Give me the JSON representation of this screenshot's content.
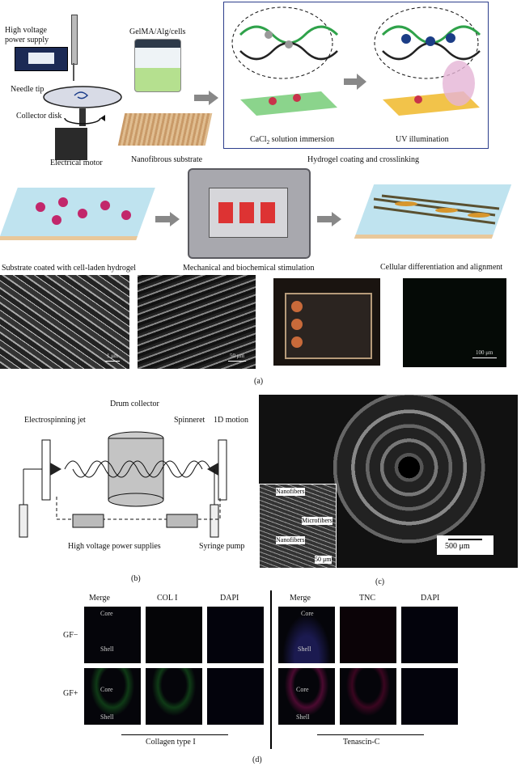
{
  "panel_a": {
    "labels": {
      "hv_supply": "High voltage power supply",
      "needle_tip": "Needle tip",
      "collector_disk": "Collector disk",
      "motor": "Electrical motor",
      "gelma": "GelMA/Alg/cells",
      "nanofibrous": "Nanofibrous substrate",
      "cacl2": "CaCl",
      "cacl2_sub": "2",
      "cacl2_rest": " solution immersion",
      "uv": "UV illumination",
      "coating": "Hydrogel coating and crosslinking",
      "substrate_coated": "Substrate coated with cell-laden hydrogel",
      "stimulation": "Mechanical and biochemical stimulation",
      "differentiation": "Cellular differentiation and alignment"
    },
    "scalebars": {
      "s1": "1 μm",
      "s2": "50 μm",
      "s4": "100 μm"
    },
    "caption": "(a)"
  },
  "panel_b": {
    "labels": {
      "drum": "Drum collector",
      "jet": "Electrospinning jet",
      "spinneret": "Spinneret",
      "motion": "1D motion",
      "hv": "High voltage power supplies",
      "pump": "Syringe pump"
    },
    "caption": "(b)"
  },
  "panel_c": {
    "labels": {
      "nanofibers1": "Nanofibers",
      "microfibers": "Microfibers",
      "nanofibers2": "Nanofibers",
      "inset_scale": "50 μm"
    },
    "scalebar": "500 μm",
    "caption": "(c)"
  },
  "panel_d": {
    "headers_left": [
      "Merge",
      "COL I",
      "DAPI"
    ],
    "headers_right": [
      "Merge",
      "TNC",
      "DAPI"
    ],
    "rows": [
      "GF−",
      "GF+"
    ],
    "core": "Core",
    "shell": "Shell",
    "group_left": "Collagen type I",
    "group_right": "Tenascin-C",
    "caption": "(d)"
  }
}
